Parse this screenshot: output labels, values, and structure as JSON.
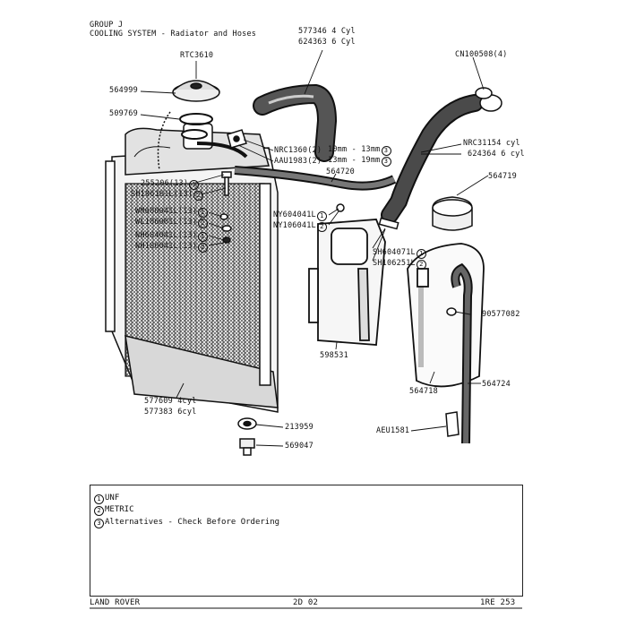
{
  "header": {
    "group": "GROUP J",
    "title": "COOLING SYSTEM - Radiator and Hoses"
  },
  "callouts": {
    "hose_top_1": "577346 4 Cyl",
    "hose_top_2": "624363 6 Cyl",
    "cap": "RTC3610",
    "clip": "CN100508(4)",
    "p564999": "564999",
    "p509769": "509769",
    "nrc1360": "NRC1360(2)",
    "aau1983": "AAU1983(2)",
    "size_10_13": "10mm - 13mm",
    "size_13_19": "13mm - 19mm",
    "p564720": "564720",
    "nrc31154": "NRC31154 cyl",
    "p624364": "624364 6 cyl",
    "p564719": "564719",
    "p255206": "255206(13)",
    "sh106161l": "SH106161L(13)",
    "wm600041l": "WM600041L(13)",
    "wl106001l": "WL106001L(13)",
    "nh604041l": "NH604041L(13)",
    "nh106041l": "NH106041L(13)",
    "ny604041l": "NY604041L",
    "ny106041l": "NY106041L",
    "sh604071l": "SH604071L",
    "sh106251l": "SH106251L",
    "p90577082": "90577082",
    "p598531": "598531",
    "rad_4cyl": "577609 4cyl",
    "rad_6cyl": "577383 6cyl",
    "p564718": "564718",
    "p564724": "564724",
    "p213959": "213959",
    "p569047": "569047",
    "aeu1581": "AEU1581"
  },
  "circle_marks": {
    "one": "1",
    "two": "2",
    "three": "3"
  },
  "legend": {
    "unf": "UNF",
    "metric": "METRIC",
    "alternatives": "Alternatives - Check Before Ordering"
  },
  "footer": {
    "brand": "LAND ROVER",
    "page": "2D 02",
    "ref": "1RE 253"
  }
}
